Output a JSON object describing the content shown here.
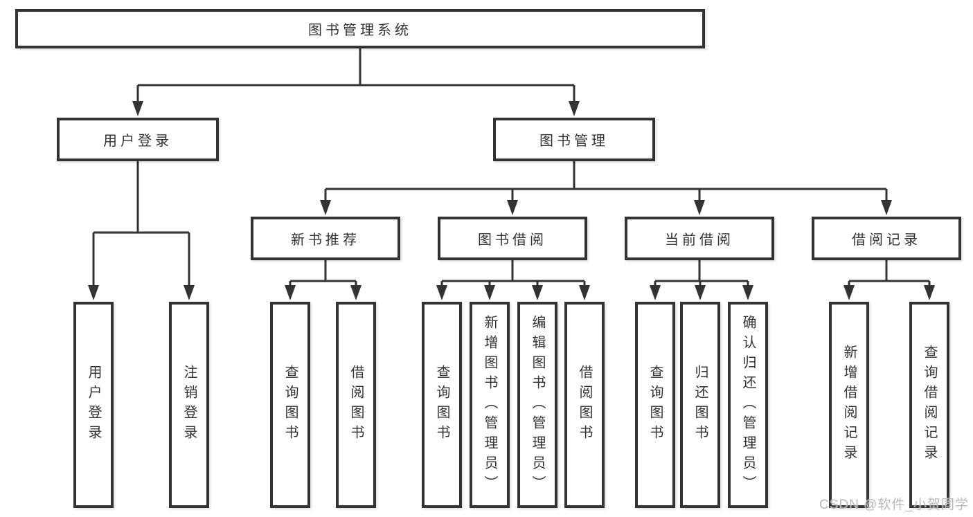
{
  "tree": {
    "label": "图书管理系统",
    "children": [
      {
        "label": "用户登录",
        "children": [
          {
            "label": "用户登录"
          },
          {
            "label": "注销登录"
          }
        ]
      },
      {
        "label": "图书管理",
        "children": [
          {
            "label": "新书推荐",
            "children": [
              {
                "label": "查询图书"
              },
              {
                "label": "借阅图书"
              }
            ]
          },
          {
            "label": "图书借阅",
            "children": [
              {
                "label": "查询图书"
              },
              {
                "label": "新增图书（管理员）"
              },
              {
                "label": "编辑图书（管理员）"
              },
              {
                "label": "借阅图书"
              }
            ]
          },
          {
            "label": "当前借阅",
            "children": [
              {
                "label": "查询图书"
              },
              {
                "label": "归还图书"
              },
              {
                "label": "确认归还（管理员）"
              }
            ]
          },
          {
            "label": "借阅记录",
            "children": [
              {
                "label": "新增借阅记录"
              },
              {
                "label": "查询借阅记录"
              }
            ]
          }
        ]
      }
    ]
  },
  "watermark": {
    "text": "CSDN @软件_小贺同学"
  },
  "colors": {
    "background": "#ffffff",
    "line": "#333333",
    "box_border": "#333333",
    "text": "#333333",
    "watermark": "#b9b9b9"
  }
}
